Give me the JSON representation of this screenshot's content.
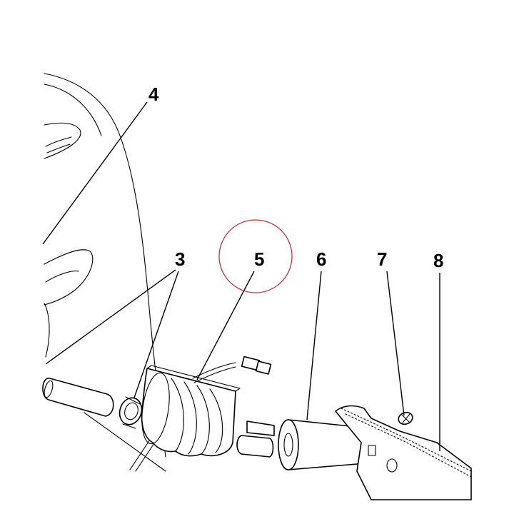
{
  "callouts": {
    "c3": "3",
    "c4": "4",
    "c5": "5",
    "c6": "6",
    "c7": "7",
    "c8": "8"
  },
  "highlight": {
    "target": "5",
    "color": "#c8323c"
  }
}
